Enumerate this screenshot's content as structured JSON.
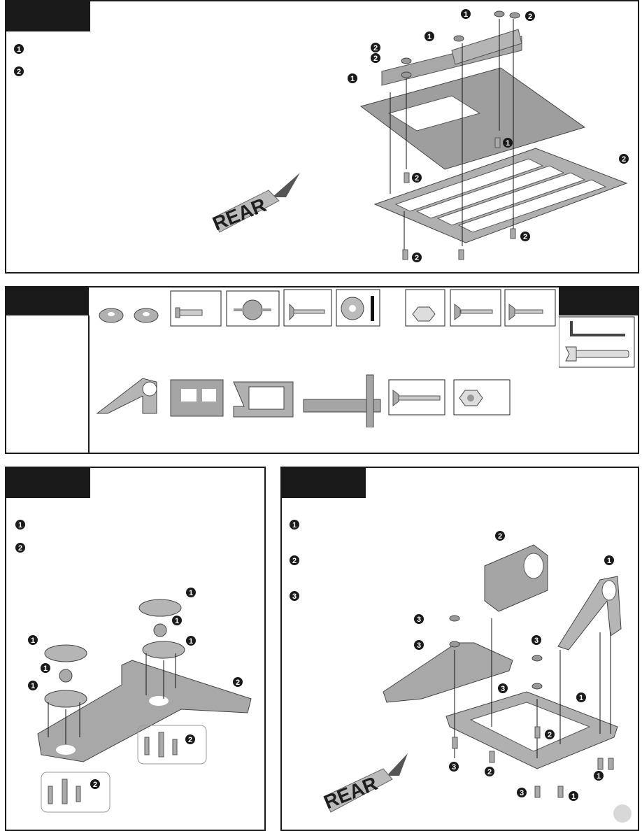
{
  "sections": {
    "rear_plate": {
      "step_markers": [
        "1",
        "2"
      ],
      "callouts": [
        "1",
        "2",
        "1",
        "2",
        "2",
        "1",
        "2",
        "1",
        "2",
        "2",
        "2"
      ],
      "rear_label": "REAR"
    },
    "parts_strip": {
      "parts": [
        {
          "name": "swashplate-link-halves-icon"
        },
        {
          "name": "link-pin-icon"
        },
        {
          "name": "link-ball-icon"
        },
        {
          "name": "flat-head-screw-icon"
        },
        {
          "name": "washer-icon"
        },
        {
          "name": "hex-nut-icon"
        },
        {
          "name": "countersunk-screw-icon"
        },
        {
          "name": "countersunk-screw-short-icon"
        },
        {
          "name": "bellcrank-arm-icon"
        },
        {
          "name": "servo-mount-plate-icon"
        },
        {
          "name": "servo-frame-icon"
        },
        {
          "name": "t-bracket-plate-icon"
        },
        {
          "name": "long-screw-icon"
        },
        {
          "name": "locknut-icon"
        }
      ],
      "tools": [
        {
          "name": "hex-key-icon"
        },
        {
          "name": "open-wrench-icon"
        }
      ]
    },
    "lower_left": {
      "step_markers": [
        "1",
        "2"
      ],
      "callouts": [
        "1",
        "1",
        "1",
        "1",
        "1",
        "1",
        "2",
        "2",
        "2"
      ]
    },
    "lower_right": {
      "step_markers": [
        "1",
        "2",
        "3"
      ],
      "callouts": [
        "2",
        "1",
        "3",
        "3",
        "3",
        "3",
        "1",
        "2",
        "3",
        "2",
        "3",
        "1",
        "1"
      ],
      "rear_label": "REAR"
    }
  }
}
